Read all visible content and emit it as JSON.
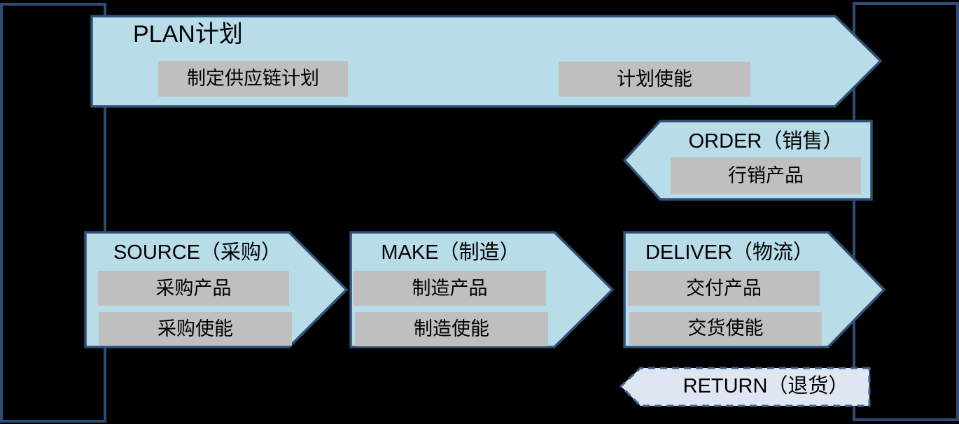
{
  "diagram": {
    "title_plan": "PLAN计划",
    "title_order": "ORDER（销售）",
    "title_source": "SOURCE（采购）",
    "title_make": "MAKE（制造）",
    "title_deliver": "DELIVER（物流）",
    "title_return": "RETURN（退货）",
    "plan_boxes": [
      "制定供应链计划",
      "计划使能"
    ],
    "order_boxes": [
      "行销产品"
    ],
    "source_boxes": [
      "采购产品",
      "采购使能"
    ],
    "make_boxes": [
      "制造产品",
      "制造使能"
    ],
    "deliver_boxes": [
      "交付产品",
      "交货使能"
    ]
  },
  "colors": {
    "canvas_bg": "#000000",
    "arrow_fill": "#B8DCE8",
    "arrow_border": "#2E5077",
    "frame_border": "#2E4D74",
    "gray_box": "#BFBFBF",
    "return_fill": "#DEE6F2",
    "return_border": "#3D6494",
    "text": "#000000"
  }
}
